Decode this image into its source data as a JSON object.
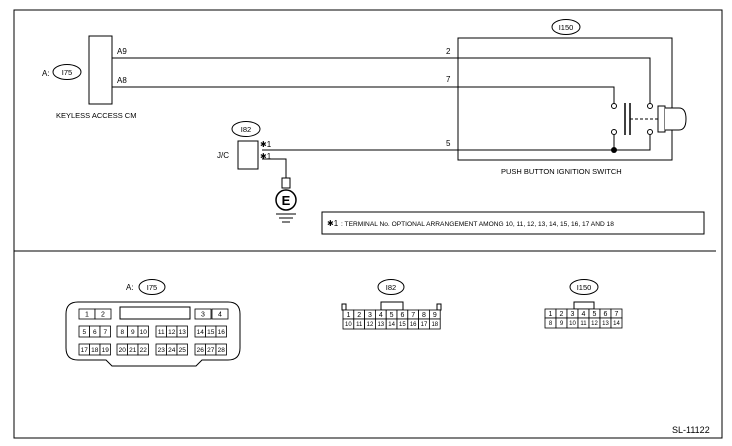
{
  "connectors": {
    "keyless": {
      "prefix": "A:",
      "code": "I75",
      "name": "KEYLESS ACCESS CM",
      "pin_a9": "A9",
      "pin_a8": "A8"
    },
    "jc": {
      "code": "I82",
      "name": "J/C",
      "pin_top": "✱1",
      "pin_bottom": "✱1"
    },
    "switch": {
      "code": "I150",
      "name": "PUSH BUTTON IGNITION SWITCH"
    }
  },
  "wires": {
    "top": "2",
    "middle": "7",
    "bottom": "5"
  },
  "ground": {
    "symbol": "E"
  },
  "note": {
    "marker": "✱1",
    "text": ": TERMINAL No. OPTIONAL ARRANGEMENT AMONG 10, 11, 12, 13, 14, 15, 16, 17 AND 18"
  },
  "faces": {
    "i75": {
      "prefix": "A:",
      "code": "I75",
      "row1": [
        "1",
        "2",
        "3",
        "4"
      ],
      "row2": [
        "5",
        "6",
        "7",
        "8",
        "9",
        "10",
        "11",
        "12",
        "13",
        "14",
        "15",
        "16"
      ],
      "row3": [
        "17",
        "18",
        "19",
        "20",
        "21",
        "22",
        "23",
        "24",
        "25",
        "26",
        "27",
        "28"
      ]
    },
    "i82": {
      "code": "I82",
      "row1": [
        "1",
        "2",
        "3",
        "4",
        "5",
        "6",
        "7",
        "8",
        "9"
      ],
      "row2": [
        "10",
        "11",
        "12",
        "13",
        "14",
        "15",
        "16",
        "17",
        "18"
      ]
    },
    "i150": {
      "code": "I150",
      "row1": [
        "1",
        "2",
        "3",
        "4",
        "5",
        "6",
        "7"
      ],
      "row2": [
        "8",
        "9",
        "10",
        "11",
        "12",
        "13",
        "14"
      ]
    }
  },
  "figure_id": "SL-11122"
}
